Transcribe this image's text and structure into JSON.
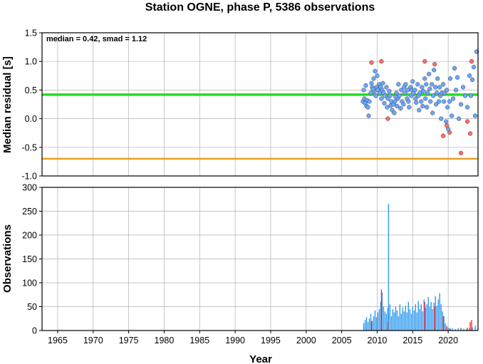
{
  "title": "Station OGNE, phase P, 5386 observations",
  "chart_data": [
    {
      "type": "scatter",
      "ylabel": "Median residual [s]",
      "annotation": "median = 0.42, smad = 1.12",
      "xlim": [
        1962.8,
        2024.2
      ],
      "ylim": [
        -1.0,
        1.5
      ],
      "xticks": [
        1965,
        1970,
        1975,
        1980,
        1985,
        1990,
        1995,
        2000,
        2005,
        2010,
        2015,
        2020
      ],
      "yticks": [
        "1.5",
        "1.0",
        "0.5",
        "0.0",
        "-0.5",
        "-1.0"
      ],
      "grid": true,
      "reference_lines": [
        {
          "value": 0.42,
          "color": "#22dd22"
        },
        {
          "value": -0.7,
          "color": "#e8a020"
        }
      ],
      "series": [
        {
          "color": "#6aa6ff",
          "points": [
            [
              2008.0,
              0.3
            ],
            [
              2008.1,
              0.5
            ],
            [
              2008.2,
              0.35
            ],
            [
              2008.3,
              0.27
            ],
            [
              2008.4,
              0.58
            ],
            [
              2008.5,
              0.22
            ],
            [
              2008.6,
              0.32
            ],
            [
              2008.7,
              0.2
            ],
            [
              2008.8,
              0.05
            ],
            [
              2008.9,
              0.3
            ],
            [
              2009.1,
              0.45
            ],
            [
              2009.2,
              0.62
            ],
            [
              2009.3,
              0.55
            ],
            [
              2009.5,
              0.7
            ],
            [
              2009.6,
              0.48
            ],
            [
              2009.7,
              0.83
            ],
            [
              2009.8,
              0.4
            ],
            [
              2009.9,
              0.55
            ],
            [
              2010.0,
              0.75
            ],
            [
              2010.1,
              0.5
            ],
            [
              2010.3,
              0.6
            ],
            [
              2010.4,
              0.45
            ],
            [
              2010.5,
              0.55
            ],
            [
              2010.6,
              0.35
            ],
            [
              2010.7,
              0.5
            ],
            [
              2010.8,
              0.62
            ],
            [
              2010.9,
              0.45
            ],
            [
              2011.0,
              0.27
            ],
            [
              2011.1,
              0.4
            ],
            [
              2011.3,
              0.55
            ],
            [
              2011.4,
              0.2
            ],
            [
              2011.5,
              0.35
            ],
            [
              2011.7,
              0.48
            ],
            [
              2011.8,
              0.4
            ],
            [
              2011.9,
              0.23
            ],
            [
              2012.0,
              0.3
            ],
            [
              2012.1,
              0.15
            ],
            [
              2012.3,
              0.25
            ],
            [
              2012.4,
              0.1
            ],
            [
              2012.5,
              0.3
            ],
            [
              2012.7,
              0.45
            ],
            [
              2012.8,
              0.22
            ],
            [
              2012.9,
              0.35
            ],
            [
              2013.0,
              0.6
            ],
            [
              2013.1,
              0.4
            ],
            [
              2013.3,
              0.18
            ],
            [
              2013.4,
              0.5
            ],
            [
              2013.5,
              0.3
            ],
            [
              2013.7,
              0.25
            ],
            [
              2013.8,
              0.55
            ],
            [
              2013.9,
              0.45
            ],
            [
              2014.0,
              0.6
            ],
            [
              2014.2,
              0.35
            ],
            [
              2014.3,
              0.5
            ],
            [
              2014.4,
              0.3
            ],
            [
              2014.5,
              0.2
            ],
            [
              2014.7,
              0.55
            ],
            [
              2014.8,
              0.4
            ],
            [
              2014.9,
              0.5
            ],
            [
              2015.0,
              0.65
            ],
            [
              2015.1,
              0.45
            ],
            [
              2015.3,
              0.5
            ],
            [
              2015.4,
              0.35
            ],
            [
              2015.5,
              0.28
            ],
            [
              2015.7,
              0.6
            ],
            [
              2015.8,
              0.4
            ],
            [
              2015.9,
              0.15
            ],
            [
              2016.0,
              0.45
            ],
            [
              2016.2,
              0.3
            ],
            [
              2016.3,
              0.55
            ],
            [
              2016.4,
              0.22
            ],
            [
              2016.5,
              0.48
            ],
            [
              2016.7,
              0.7
            ],
            [
              2016.8,
              0.35
            ],
            [
              2016.9,
              0.6
            ],
            [
              2017.0,
              0.2
            ],
            [
              2017.1,
              0.45
            ],
            [
              2017.3,
              0.78
            ],
            [
              2017.4,
              0.52
            ],
            [
              2017.5,
              0.3
            ],
            [
              2017.7,
              0.6
            ],
            [
              2017.8,
              0.1
            ],
            [
              2017.9,
              0.4
            ],
            [
              2018.0,
              0.85
            ],
            [
              2018.2,
              0.55
            ],
            [
              2018.3,
              0.25
            ],
            [
              2018.4,
              0.45
            ],
            [
              2018.5,
              0.7
            ],
            [
              2018.7,
              0.3
            ],
            [
              2018.8,
              0.55
            ],
            [
              2018.9,
              0.4
            ],
            [
              2019.0,
              0.0
            ],
            [
              2019.1,
              0.45
            ],
            [
              2019.3,
              0.6
            ],
            [
              2019.4,
              0.3
            ],
            [
              2019.5,
              0.45
            ],
            [
              2019.7,
              -0.05
            ],
            [
              2019.8,
              0.5
            ],
            [
              2019.9,
              0.2
            ],
            [
              2020.0,
              -0.18
            ],
            [
              2020.2,
              0.3
            ],
            [
              2020.3,
              0.7
            ],
            [
              2020.5,
              0.05
            ],
            [
              2020.7,
              0.35
            ],
            [
              2020.9,
              0.88
            ],
            [
              2021.1,
              0.5
            ],
            [
              2021.3,
              0.72
            ],
            [
              2021.5,
              0.0
            ],
            [
              2021.8,
              0.25
            ],
            [
              2022.1,
              0.55
            ],
            [
              2022.4,
              0.4
            ],
            [
              2022.7,
              0.2
            ],
            [
              2023.0,
              0.75
            ],
            [
              2023.2,
              0.4
            ],
            [
              2023.4,
              0.68
            ],
            [
              2023.6,
              0.9
            ],
            [
              2023.8,
              0.05
            ],
            [
              2024.0,
              1.17
            ],
            [
              2009.4,
              0.52
            ],
            [
              2012.6,
              0.38
            ]
          ]
        },
        {
          "color": "#ff6b6b",
          "points": [
            [
              2009.2,
              0.98
            ],
            [
              2010.6,
              1.0
            ],
            [
              2011.5,
              0.0
            ],
            [
              2016.7,
              1.0
            ],
            [
              2018.1,
              0.95
            ],
            [
              2019.3,
              -0.3
            ],
            [
              2019.8,
              -0.12
            ],
            [
              2020.2,
              -0.24
            ],
            [
              2021.8,
              -0.6
            ],
            [
              2022.7,
              -0.05
            ],
            [
              2023.1,
              -0.26
            ],
            [
              2023.3,
              1.0
            ]
          ]
        }
      ]
    },
    {
      "type": "bar",
      "xlabel": "Year",
      "ylabel": "Observations",
      "xlim": [
        1962.8,
        2024.2
      ],
      "ylim": [
        0,
        300
      ],
      "xticks": [
        1965,
        1970,
        1975,
        1980,
        1985,
        1990,
        1995,
        2000,
        2005,
        2010,
        2015,
        2020
      ],
      "yticks": [
        "300",
        "250",
        "200",
        "150",
        "100",
        "50",
        "0"
      ],
      "grid": true,
      "series": [
        {
          "color": "#2e9bef",
          "bars": [
            [
              2008.1,
              15
            ],
            [
              2008.3,
              22
            ],
            [
              2008.5,
              28
            ],
            [
              2008.7,
              18
            ],
            [
              2008.9,
              25
            ],
            [
              2009.1,
              35
            ],
            [
              2009.3,
              20
            ],
            [
              2009.5,
              30
            ],
            [
              2009.7,
              42
            ],
            [
              2009.9,
              28
            ],
            [
              2010.1,
              38
            ],
            [
              2010.3,
              45
            ],
            [
              2010.5,
              60
            ],
            [
              2010.7,
              80
            ],
            [
              2010.9,
              50
            ],
            [
              2011.1,
              40
            ],
            [
              2011.3,
              35
            ],
            [
              2011.5,
              48
            ],
            [
              2011.6,
              266
            ],
            [
              2011.8,
              55
            ],
            [
              2012.0,
              30
            ],
            [
              2012.2,
              45
            ],
            [
              2012.4,
              38
            ],
            [
              2012.6,
              50
            ],
            [
              2012.8,
              42
            ],
            [
              2013.0,
              30
            ],
            [
              2013.2,
              55
            ],
            [
              2013.4,
              35
            ],
            [
              2013.6,
              48
            ],
            [
              2013.8,
              40
            ],
            [
              2014.0,
              52
            ],
            [
              2014.2,
              38
            ],
            [
              2014.4,
              60
            ],
            [
              2014.6,
              45
            ],
            [
              2014.8,
              35
            ],
            [
              2015.0,
              50
            ],
            [
              2015.2,
              42
            ],
            [
              2015.4,
              55
            ],
            [
              2015.6,
              38
            ],
            [
              2015.8,
              62
            ],
            [
              2016.0,
              45
            ],
            [
              2016.2,
              55
            ],
            [
              2016.4,
              40
            ],
            [
              2016.6,
              65
            ],
            [
              2016.8,
              48
            ],
            [
              2017.0,
              55
            ],
            [
              2017.2,
              70
            ],
            [
              2017.4,
              50
            ],
            [
              2017.6,
              60
            ],
            [
              2017.8,
              45
            ],
            [
              2018.0,
              58
            ],
            [
              2018.2,
              72
            ],
            [
              2018.4,
              52
            ],
            [
              2018.6,
              65
            ],
            [
              2018.8,
              78
            ],
            [
              2019.0,
              55
            ],
            [
              2019.2,
              40
            ],
            [
              2019.4,
              30
            ],
            [
              2019.6,
              15
            ],
            [
              2019.8,
              10
            ],
            [
              2020.0,
              6
            ],
            [
              2020.3,
              4
            ],
            [
              2020.6,
              5
            ],
            [
              2021.0,
              3
            ],
            [
              2021.4,
              5
            ],
            [
              2021.8,
              6
            ],
            [
              2022.2,
              4
            ],
            [
              2022.6,
              3
            ],
            [
              2023.0,
              5
            ],
            [
              2023.4,
              7
            ],
            [
              2023.8,
              10
            ]
          ]
        },
        {
          "color": "#ff3030",
          "bars": [
            [
              2009.2,
              20
            ],
            [
              2010.6,
              86
            ],
            [
              2011.5,
              18
            ],
            [
              2016.7,
              60
            ],
            [
              2018.1,
              50
            ],
            [
              2019.3,
              30
            ],
            [
              2019.8,
              8
            ],
            [
              2020.2,
              5
            ],
            [
              2021.8,
              4
            ],
            [
              2022.7,
              6
            ],
            [
              2023.1,
              18
            ],
            [
              2023.3,
              22
            ]
          ]
        }
      ]
    }
  ]
}
